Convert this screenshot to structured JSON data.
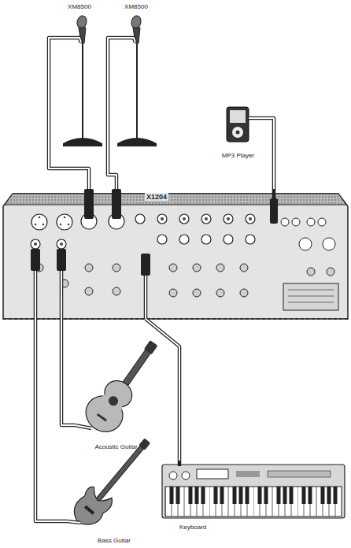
{
  "diagram": {
    "nodes": [
      {
        "text": [
          "X1204"
        ]
      },
      {
        "text": [
          "XM8500"
        ]
      },
      {
        "text": [
          "XM8500"
        ]
      },
      {
        "text": [
          "MP3 Player"
        ]
      },
      {
        "text": [
          "Acoustic Guitar"
        ]
      },
      {
        "text": [
          "Bass Guitar"
        ]
      },
      {
        "text": [
          "Keyboard"
        ]
      }
    ],
    "edges": [
      {
        "from": 1,
        "to": 0,
        "arrow": "none"
      },
      {
        "from": 2,
        "to": 0,
        "arrow": "none"
      },
      {
        "from": 3,
        "to": 0,
        "arrow": "none"
      },
      {
        "from": 4,
        "to": 0,
        "arrow": "none"
      },
      {
        "from": 5,
        "to": 0,
        "arrow": "none"
      },
      {
        "from": 6,
        "to": 0,
        "arrow": "none"
      }
    ]
  }
}
